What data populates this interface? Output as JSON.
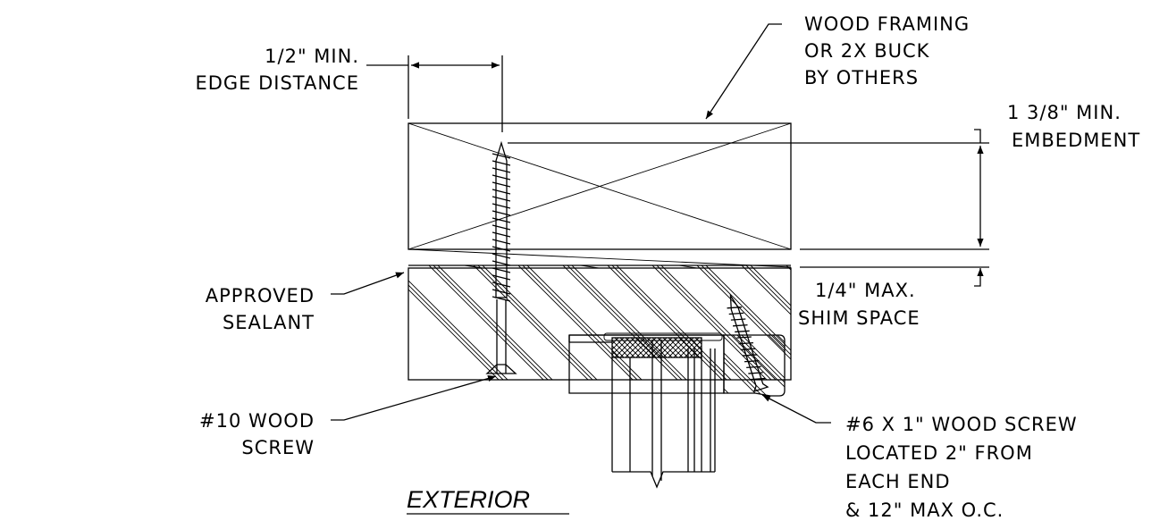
{
  "labels": {
    "edge_distance": [
      "1/2\" MIN.",
      "EDGE DISTANCE"
    ],
    "wood_framing": [
      "WOOD FRAMING",
      "OR 2X BUCK",
      "BY OTHERS"
    ],
    "embedment": [
      "1 3/8\" MIN.",
      "EMBEDMENT"
    ],
    "sealant": [
      "APPROVED",
      "SEALANT"
    ],
    "shim_space": [
      "1/4\" MAX.",
      "SHIM SPACE"
    ],
    "wood_screw_10": [
      "#10 WOOD",
      "SCREW"
    ],
    "wood_screw_6": [
      "#6 X 1\" WOOD SCREW",
      "LOCATED 2\" FROM",
      "EACH END",
      "& 12\" MAX O.C."
    ],
    "exterior": "EXTERIOR"
  }
}
